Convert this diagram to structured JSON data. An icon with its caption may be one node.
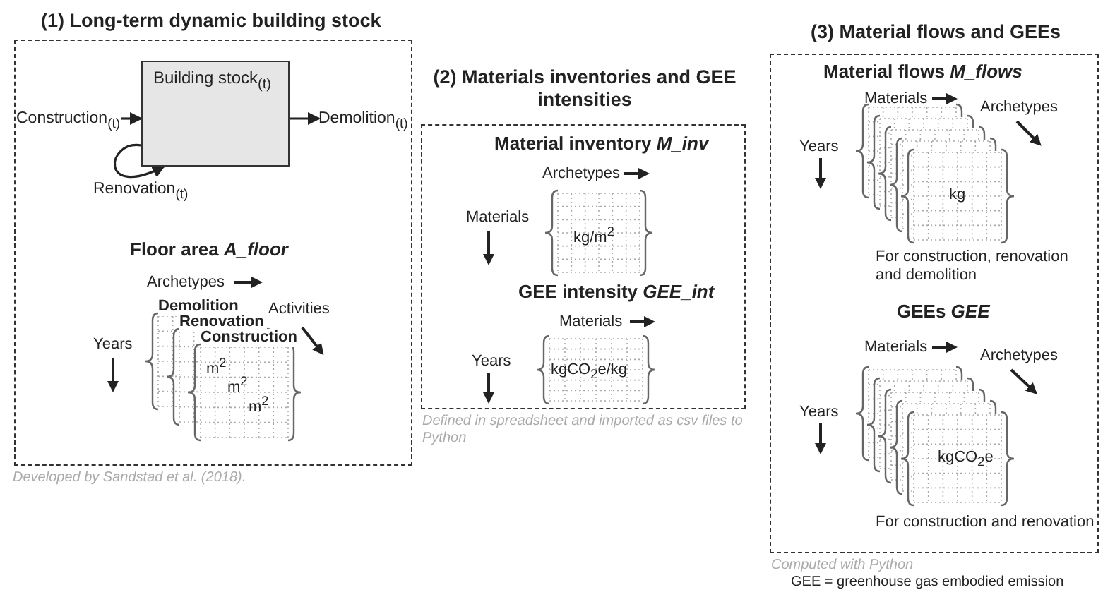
{
  "diagram": {
    "nodes": [
      {
        "text": [
          "(1) Long-term dynamic building stock"
        ],
        "beside": [
          "Developed by Sandstad et al. (2018)."
        ]
      },
      {
        "text": [
          "Building stock$_{(t)}$"
        ],
        "in": 0
      },
      {
        "text": [
          "Construction$_{(t)}$"
        ],
        "in": 0
      },
      {
        "text": [
          "Demolition$_{(t)}$"
        ],
        "in": 0
      },
      {
        "text": [
          "(2) Materials inventories and GEE intensities"
        ],
        "beside": [
          "Defined in spreadsheet and imported as csv files to Python"
        ]
      },
      {
        "text": [
          "(3) Material flows and GEEs"
        ],
        "beside": [
          "Computed with Python"
        ]
      }
    ],
    "edges": [
      {
        "from": 2,
        "to": 1,
        "arrow": "to"
      },
      {
        "from": 1,
        "to": 3,
        "arrow": "to"
      },
      {
        "from": 1,
        "to": 1,
        "arrow": "to",
        "label": "Renovation$_{(t)}$"
      }
    ],
    "labels": [
      "Floor area *A_floor*",
      "Archetypes",
      "Years",
      "Activities",
      "Demolition",
      "Renovation",
      "Construction",
      "m$^{2}$",
      "m$^{2}$",
      "m$^{2}$",
      "Material inventory *M_inv*",
      "Archetypes",
      "Materials",
      "kg/m$^{2}$",
      "GEE intensity *GEE_int*",
      "Materials",
      "Years",
      "kgCO$_{2}$e/kg",
      "Material flows *M_flows*",
      "Materials",
      "Archetypes",
      "Years",
      "kg",
      "For construction, renovation and demolition",
      "GEEs *GEE*",
      "Materials",
      "Archetypes",
      "Years",
      "kgCO$_{2}$e",
      "For construction and renovation",
      "GEE = greenhouse gas embodied emission"
    ]
  }
}
